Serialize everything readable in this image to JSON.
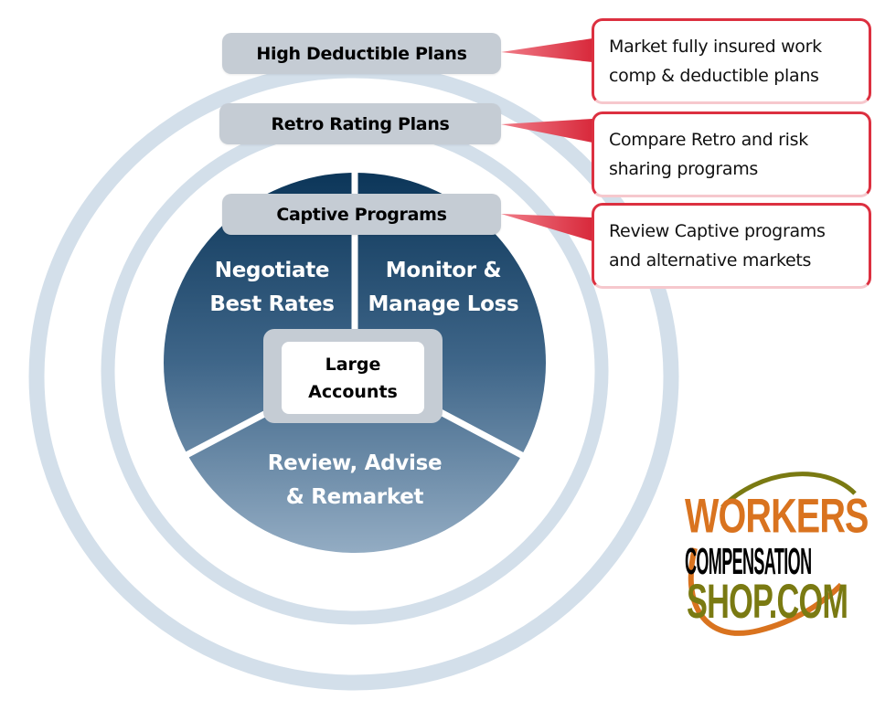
{
  "diagram": {
    "rings": [
      {
        "label": "High Deductible Plans",
        "callout": [
          "Market fully insured work",
          "comp & deductible plans"
        ]
      },
      {
        "label": "Retro Rating Plans",
        "callout": [
          "Compare Retro and risk",
          "sharing programs"
        ]
      },
      {
        "label": "Captive Programs",
        "callout": [
          "Review Captive programs",
          "and alternative markets"
        ]
      }
    ],
    "segments": [
      {
        "lines": [
          "Negotiate",
          "Best Rates"
        ]
      },
      {
        "lines": [
          "Monitor &",
          "Manage Loss"
        ]
      },
      {
        "lines": [
          "Review, Advise",
          "& Remarket"
        ]
      }
    ],
    "center": {
      "lines": [
        "Large",
        "Accounts"
      ]
    }
  },
  "logo": {
    "line1": "WORKERS",
    "line2": "COMPENSATION",
    "line3": "SHOP.COM"
  },
  "colors": {
    "ring": "#d3dfea",
    "pie_top": "#0f3a5f",
    "pie_bottom": "#8ea8c0",
    "label_box": "#c5ccd4",
    "callout_border": "#dc3040",
    "logo_orange": "#d9731f",
    "logo_olive": "#7a7a12",
    "logo_black": "#000000"
  }
}
